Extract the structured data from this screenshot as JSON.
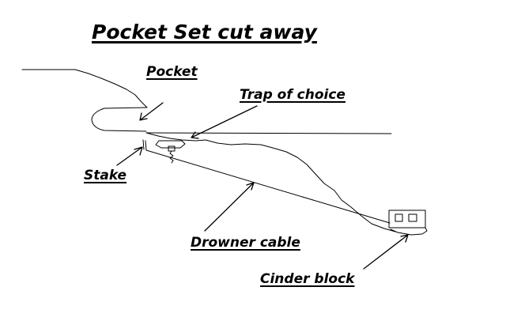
{
  "title": "Pocket Set cut away",
  "labels": {
    "pocket": "Pocket",
    "trap": "Trap of choice",
    "stake": "Stake",
    "drowner": "Drowner cable",
    "cinder": "Cinder block"
  },
  "colors": {
    "ink": "#000000",
    "background": "#ffffff"
  }
}
